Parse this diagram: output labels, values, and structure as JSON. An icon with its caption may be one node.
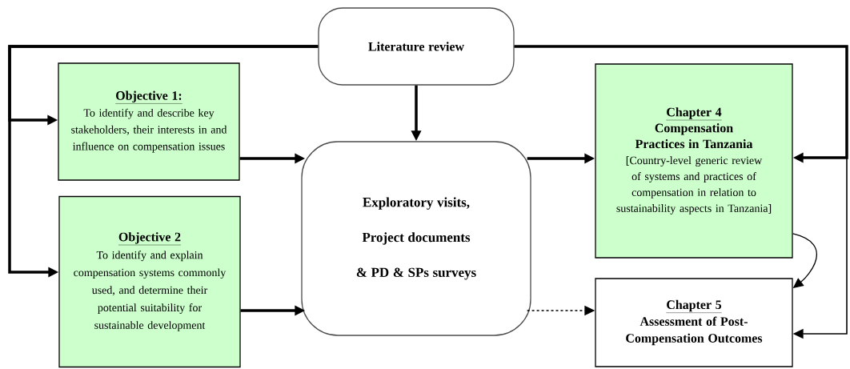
{
  "diagram": {
    "nodes": [
      {
        "text": [
          "Literature review"
        ]
      },
      {
        "text": [
          "Objective 1:",
          "To identify and describe key stakeholders, their interests in and influence on compensation issues"
        ]
      },
      {
        "text": [
          "Objective 2",
          "To identify and explain compensation systems commonly used, and determine their potential suitability for sustainable development"
        ]
      },
      {
        "text": [
          "Exploratory visits, Project documents & PD & SPs surveys"
        ]
      },
      {
        "text": [
          "Chapter 4",
          "Compensation Practices in Tanzania",
          "[Country-level generic review of systems and practices of compensation in relation to sustainability aspects in Tanzania]"
        ]
      },
      {
        "text": [
          "Chapter 5",
          "Assessment of Post-Compensation Outcomes"
        ]
      }
    ],
    "edges": [
      {
        "from": 0,
        "to": 1,
        "arrow": "to"
      },
      {
        "from": 0,
        "to": 2,
        "arrow": "to"
      },
      {
        "from": 0,
        "to": 3,
        "arrow": "to"
      },
      {
        "from": 1,
        "to": 3,
        "arrow": "to"
      },
      {
        "from": 2,
        "to": 3,
        "arrow": "to"
      },
      {
        "from": 3,
        "to": 4,
        "arrow": "to"
      },
      {
        "from": 3,
        "to": 5,
        "arrow": "to",
        "style": "dashed"
      },
      {
        "from": 4,
        "to": 5,
        "arrow": "to"
      },
      {
        "from": 0,
        "to": 4,
        "arrow": "to"
      },
      {
        "from": 0,
        "to": 5,
        "arrow": "to"
      }
    ]
  }
}
